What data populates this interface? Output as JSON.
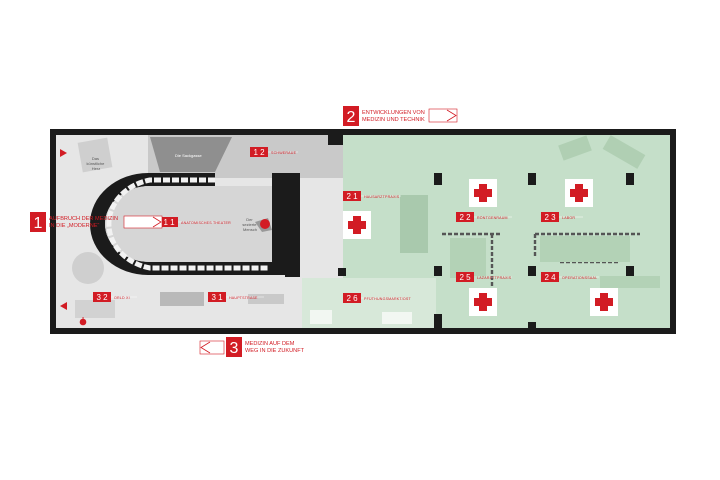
{
  "colors": {
    "accent": "#d21c24",
    "wall": "#1b1b1b",
    "floor_grey": "#e6e6e6",
    "floor_dark": "#c9c9c9",
    "floor_green": "#c5dfc9",
    "floor_green_light": "#d7e8d9"
  },
  "sections": [
    {
      "number": "1",
      "lines": [
        "AUFBRUCH DER MEDIZIN",
        "IN DIE „MODERNE“"
      ]
    },
    {
      "number": "2",
      "lines": [
        "ENTWICKLUNGEN VON",
        "MEDIZIN UND TECHNIK"
      ]
    },
    {
      "number": "3",
      "lines": [
        "MEDIZIN AUF DEM",
        "WEG IN DIE ZUKUNFT"
      ]
    }
  ],
  "rooms": [
    {
      "number": "1 1",
      "label": "ANATOMISCHES THEATER"
    },
    {
      "number": "1 2",
      "label": "SCHWERAUE"
    },
    {
      "number": "2 1",
      "label": "HAUSARZTPRAXIS"
    },
    {
      "number": "2 2",
      "label": "RÖNTGENRAUM"
    },
    {
      "number": "2 3",
      "label": "LABOR"
    },
    {
      "number": "2 4",
      "label": "OPERATIONSSAAL"
    },
    {
      "number": "2 5",
      "label": "LAZARETTPRAXIS"
    },
    {
      "number": "2 6",
      "label": "PFÜTHUNGSMARKT/OST"
    },
    {
      "number": "3 1",
      "label": "HAUPTSTRAßE"
    },
    {
      "number": "3 2",
      "label": "ORLD XI"
    }
  ],
  "places": {
    "sackgasse": "Die Sackgasse",
    "kunstliche_herz": [
      "Das",
      "künstliche",
      "Herz"
    ],
    "sezierte_mensch": [
      "Der",
      "sezierte",
      "Mensch"
    ]
  },
  "icons": [
    "red-cross-icon",
    "arrow-right-icon",
    "arrow-left-icon",
    "apple-icon",
    "triangle-marker-icon"
  ]
}
